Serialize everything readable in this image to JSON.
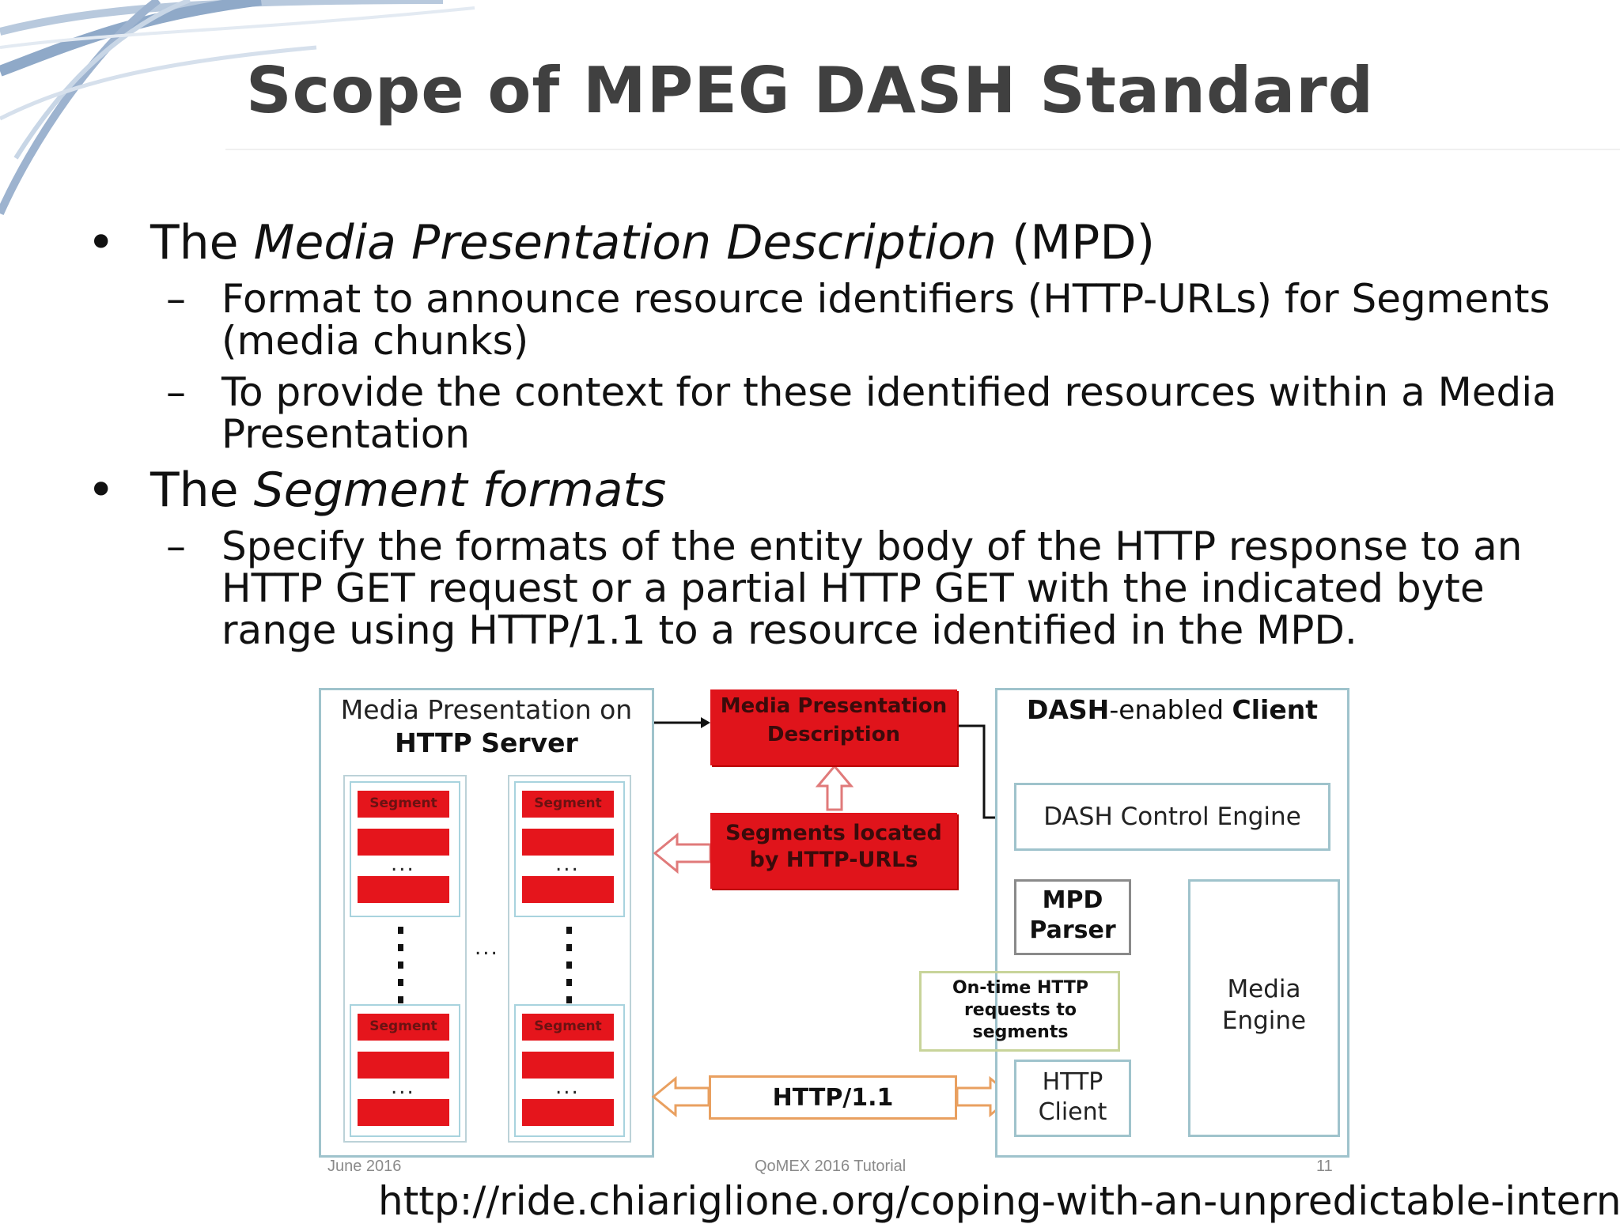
{
  "slide": {
    "title": "Scope of MPEG DASH Standard",
    "bullets": [
      {
        "prefix": "The ",
        "emph": "Media Presentation Description",
        "suffix": " (MPD)",
        "sub": [
          "Format to announce resource identifiers (HTTP-URLs) for Segments (media chunks)",
          "To provide the context for these identified resources within a Media Presentation"
        ]
      },
      {
        "prefix": "The ",
        "emph": "Segment formats",
        "suffix": "",
        "sub": [
          "Specify the formats of the entity body of the HTTP response to an HTTP GET request or a partial HTTP GET with the indicated byte range using HTTP/1.1 to a resource identified in the MPD."
        ]
      }
    ]
  },
  "diagram": {
    "server_title_line1": "Media Presentation on",
    "server_title_line2": "HTTP Server",
    "segment_label": "Segment",
    "ellipsis": "...",
    "mpd_box_line1": "Media Presentation",
    "mpd_box_line2": "Description",
    "segments_box_line1": "Segments located",
    "segments_box_line2": "by HTTP-URLs",
    "client_title_bold1": "DASH",
    "client_title_mid": "-enabled ",
    "client_title_bold2": "Client",
    "control_engine": "DASH Control Engine",
    "mpd_parser_line1": "MPD",
    "mpd_parser_line2": "Parser",
    "media_engine_line1": "Media",
    "media_engine_line2": "Engine",
    "on_time_line1": "On-time HTTP",
    "on_time_line2": "requests to",
    "on_time_line3": "segments",
    "http_client_line1": "HTTP",
    "http_client_line2": "Client",
    "http11": "HTTP/1.1",
    "footer_left": "June 2016",
    "footer_center": "QoMEX 2016 Tutorial",
    "footer_right": "11",
    "colors": {
      "red": "#e0141b",
      "box_border": "#9fc3cc",
      "orange": "#e9a060",
      "olive": "#c8d49a"
    }
  },
  "source_url": "http://ride.chiariglione.org/coping-with-an-unpredictable-internet/"
}
